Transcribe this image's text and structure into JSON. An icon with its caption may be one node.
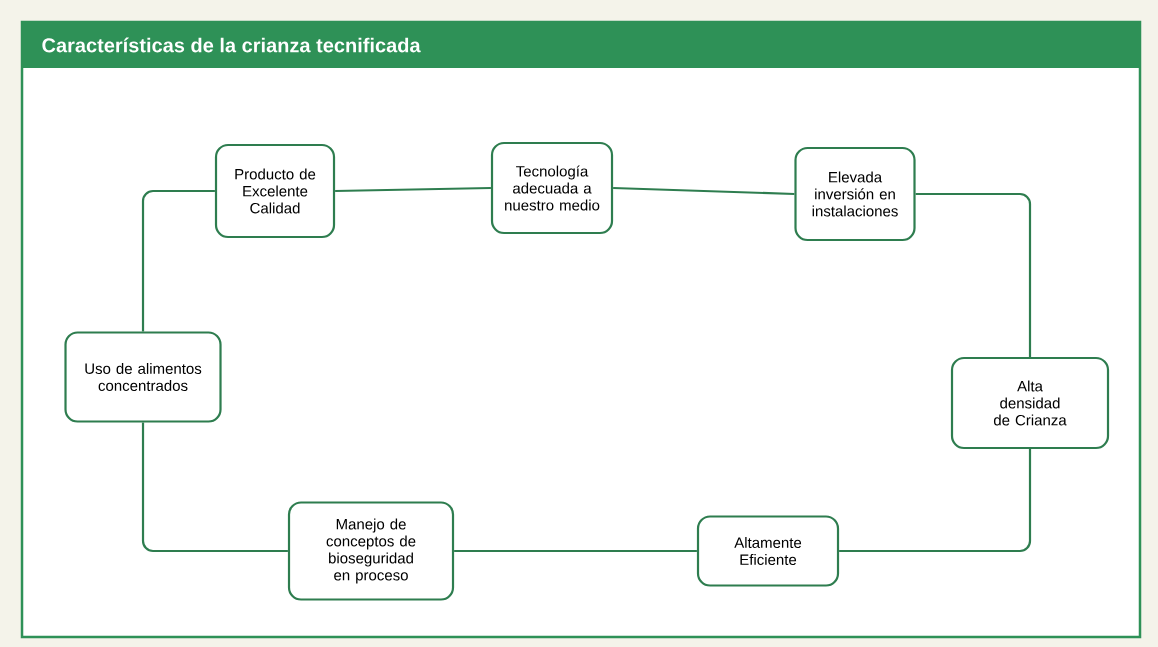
{
  "diagram": {
    "title": "Características de la crianza tecnificada",
    "nodes": [
      {
        "text": [
          "Producto de Excelente Calidad"
        ]
      },
      {
        "text": [
          "Tecnología adecuada a nuestro medio"
        ]
      },
      {
        "text": [
          "Elevada inversión en instalaciones"
        ]
      },
      {
        "text": [
          "Alta densidad de Crianza"
        ]
      },
      {
        "text": [
          "Altamente Eficiente"
        ]
      },
      {
        "text": [
          "Manejo de conceptos de bioseguridad en proceso"
        ]
      },
      {
        "text": [
          "Uso de alimentos concentrados"
        ]
      }
    ],
    "edges": [
      {
        "from": 0,
        "to": 1,
        "arrow": "none"
      },
      {
        "from": 1,
        "to": 2,
        "arrow": "none"
      },
      {
        "from": 2,
        "to": 3,
        "arrow": "none"
      },
      {
        "from": 3,
        "to": 4,
        "arrow": "none"
      },
      {
        "from": 4,
        "to": 5,
        "arrow": "none"
      },
      {
        "from": 5,
        "to": 6,
        "arrow": "none"
      },
      {
        "from": 6,
        "to": 0,
        "arrow": "none"
      }
    ]
  }
}
